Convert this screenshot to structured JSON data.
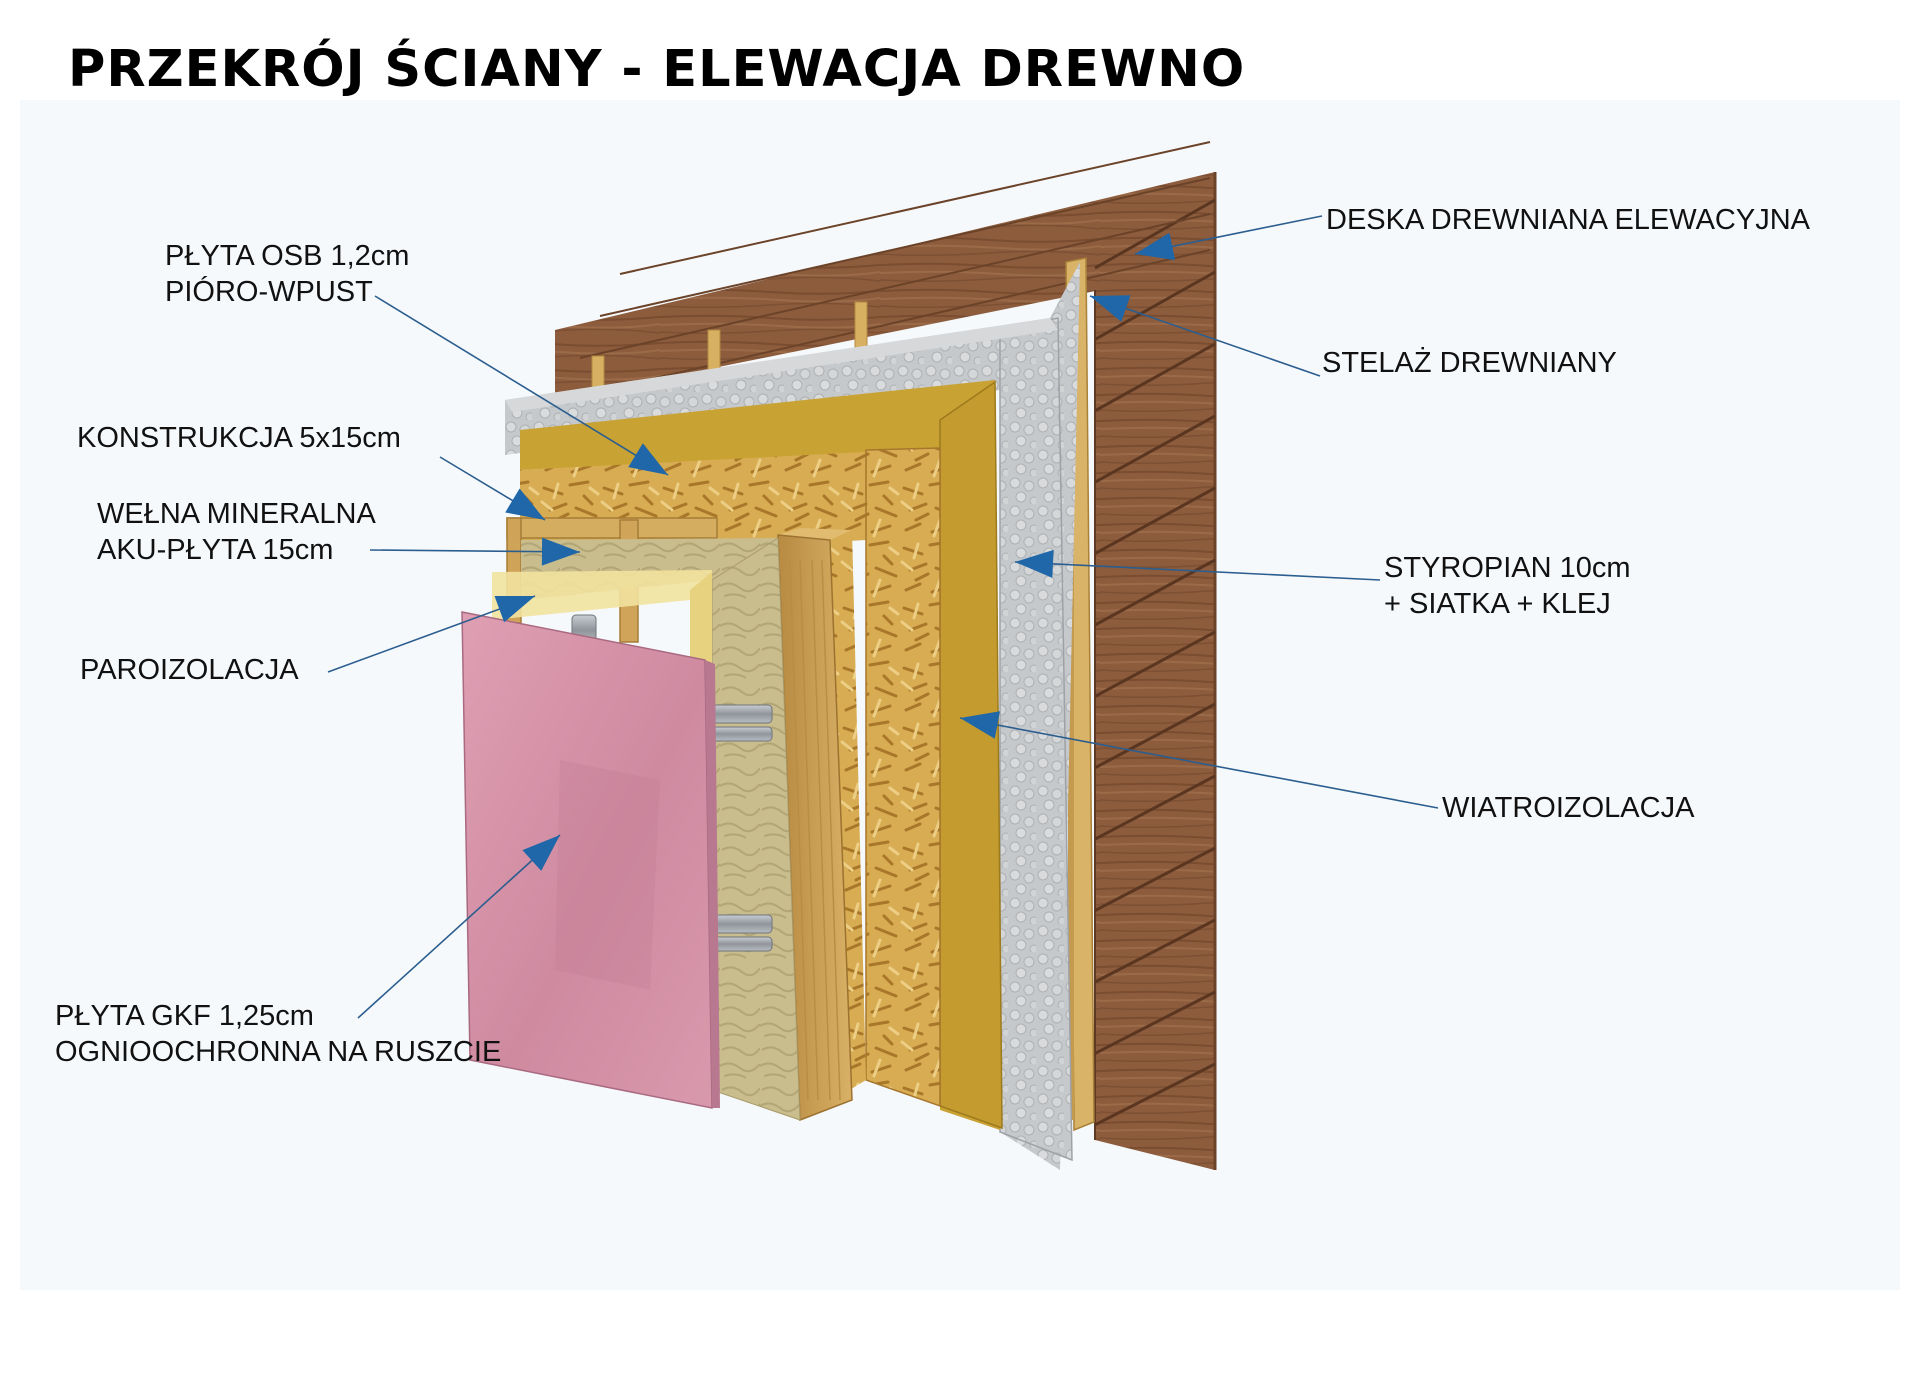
{
  "title": "PRZEKRÓJ ŚCIANY - ELEWACJA DREWNO",
  "labels": {
    "deska": [
      "DESKA DREWNIANA ELEWACYJNA"
    ],
    "stelaz": [
      "STELAŻ DREWNIANY"
    ],
    "styropian": [
      "STYROPIAN 10cm",
      "+ SIATKA + KLEJ"
    ],
    "wiatroizolacja": [
      "WIATROIZOLACJA"
    ],
    "osb": [
      "PŁYTA OSB 1,2cm",
      "PIÓRO-WPUST"
    ],
    "konstrukcja": [
      "KONSTRUKCJA 5x15cm"
    ],
    "welna": [
      "WEŁNA MINERALNA",
      "AKU-PŁYTA 15cm"
    ],
    "paroizolacja": [
      "PAROIZOLACJA"
    ],
    "gkf": [
      "PŁYTA GKF 1,25cm",
      "OGNIOOCHRONNA NA RUSZCIE"
    ]
  },
  "colors": {
    "wood_siding": "#8a5a3c",
    "batten": "#d9b266",
    "eps": "#c9cccf",
    "wind_barrier": "#c8a030",
    "osb": "#d6aa4c",
    "timber_frame": "#c89c52",
    "mineral_wool": "#c7b989",
    "vapour_barrier": "#f1df9a",
    "gkf_board": "#d795aa",
    "profile": "#9aa0a6",
    "arrow": "#1f67a8",
    "leader": "#2b5e8f"
  }
}
